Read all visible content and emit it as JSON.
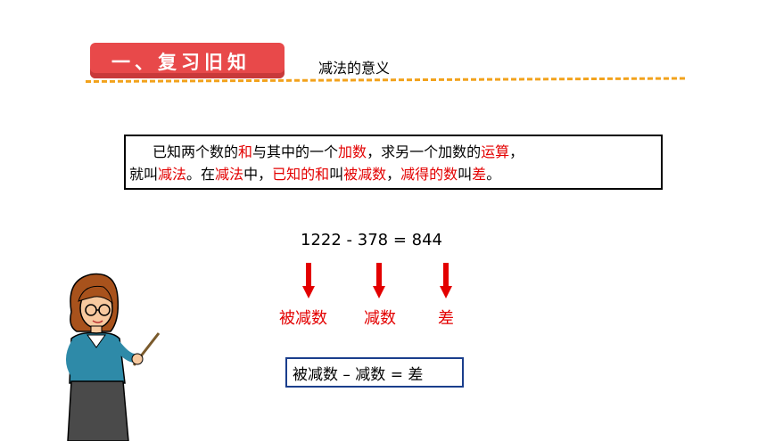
{
  "header": {
    "badge": "一、复习旧知",
    "subtitle": "减法的意义"
  },
  "definition": {
    "line1": [
      "已知两个数的",
      "和",
      "与其中的一个",
      "加数",
      "，求另一个加数的",
      "运算",
      "，"
    ],
    "line2": [
      "就叫",
      "减法",
      "。在",
      "减法",
      "中，",
      "已知的和",
      "叫",
      "被减数",
      "，",
      "减得的数",
      "叫",
      "差",
      "。"
    ]
  },
  "example": {
    "equation": "1222 - 378 = 844",
    "labels": [
      "被减数",
      "减数",
      "差"
    ]
  },
  "formula": "被减数 – 减数 = 差",
  "colors": {
    "accent_red": "#e30000",
    "badge": "#e8494a",
    "dash": "#f2a21c",
    "formula_border": "#1a3e8c"
  }
}
